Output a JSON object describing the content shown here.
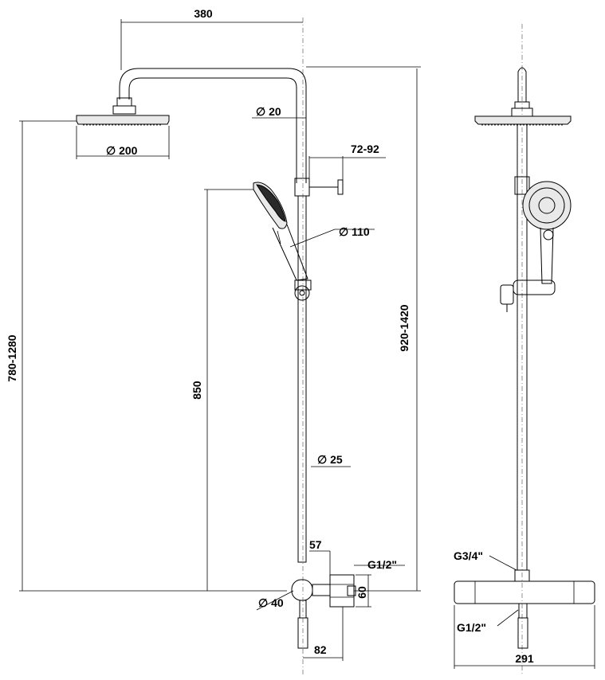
{
  "dimensions": {
    "arm_length": "380",
    "pipe_upper": "∅ 20",
    "head_diameter": "∅ 200",
    "bracket_range": "72-92",
    "hand_shower": "∅ 110",
    "total_height": "920-1420",
    "head_height": "780-1280",
    "slide_height": "850",
    "pipe_lower": "∅ 25",
    "valve_depth": "57",
    "inlet_thread_side": "G1/2\"",
    "valve_height": "60",
    "valve_body": "∅ 40",
    "inlet_spacing": "82",
    "outlet_thread": "G3/4\"",
    "inlet_thread_front": "G1/2\"",
    "mixer_width": "291"
  }
}
